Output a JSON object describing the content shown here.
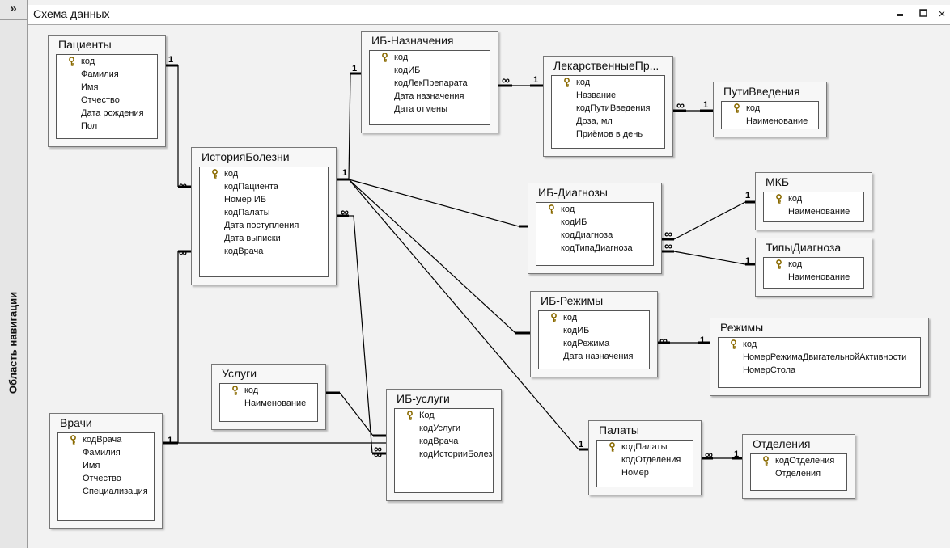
{
  "nav": {
    "toggle_label": "»",
    "title": "Область навигации"
  },
  "window": {
    "title": "Схема данных",
    "minimize_icon": "minimize-icon",
    "restore_icon": "restore-icon",
    "close_label": "×"
  },
  "relationship_marks": {
    "one": "1",
    "many": "∞"
  },
  "tables": {
    "patients": {
      "title": "Пациенты",
      "fields": [
        "код",
        "Фамилия",
        "Имя",
        "Отчество",
        "Дата рождения",
        "Пол"
      ]
    },
    "history": {
      "title": "ИсторияБолезни",
      "fields": [
        "код",
        "кодПациента",
        "Номер ИБ",
        "кодПалаты",
        "Дата поступления",
        "Дата выписки",
        "кодВрача"
      ]
    },
    "doctors": {
      "title": "Врачи",
      "fields": [
        "кодВрача",
        "Фамилия",
        "Имя",
        "Отчество",
        "Специализация"
      ]
    },
    "services": {
      "title": "Услуги",
      "fields": [
        "код",
        "Наименование"
      ]
    },
    "ib_assign": {
      "title": "ИБ-Назначения",
      "fields": [
        "код",
        "кодИБ",
        "кодЛекПрепарата",
        "Дата назначения",
        "Дата отмены"
      ]
    },
    "drugs": {
      "title": "ЛекарственныеПр...",
      "fields": [
        "код",
        "Название",
        "кодПутиВведения",
        "Доза, мл",
        "Приёмов в день"
      ]
    },
    "routes": {
      "title": "ПутиВведения",
      "fields": [
        "код",
        "Наименование"
      ]
    },
    "ib_diag": {
      "title": "ИБ-Диагнозы",
      "fields": [
        "код",
        "кодИБ",
        "кодДиагноза",
        "кодТипаДиагноза"
      ]
    },
    "mkb": {
      "title": "МКБ",
      "fields": [
        "код",
        "Наименование"
      ]
    },
    "diag_types": {
      "title": "ТипыДиагноза",
      "fields": [
        "код",
        "Наименование"
      ]
    },
    "ib_regimes": {
      "title": "ИБ-Режимы",
      "fields": [
        "код",
        "кодИБ",
        "кодРежима",
        "Дата назначения"
      ]
    },
    "regimes": {
      "title": "Режимы",
      "fields": [
        "код",
        "НомерРежимаДвигательнойАктивности",
        "НомерСтола"
      ]
    },
    "ib_services": {
      "title": "ИБ-услуги",
      "fields": [
        "Код",
        "кодУслуги",
        "кодВрача",
        "кодИсторииБолезни"
      ]
    },
    "wards": {
      "title": "Палаты",
      "fields": [
        "кодПалаты",
        "кодОтделения",
        "Номер"
      ]
    },
    "departments": {
      "title": "Отделения",
      "fields": [
        "кодОтделения",
        "Отделения"
      ]
    }
  }
}
